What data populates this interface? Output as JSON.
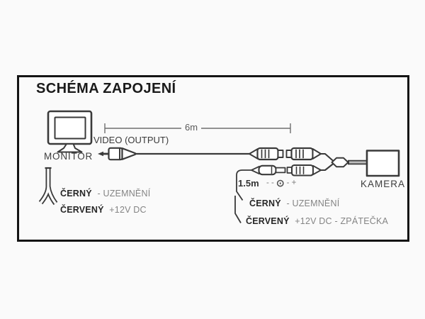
{
  "title": "SCHÉMA ZAPOJENÍ",
  "devices": {
    "monitor": "MONITOR",
    "camera": "KAMERA"
  },
  "labels": {
    "video_output": "VIDEO (OUTPUT)",
    "main_cable_length": "6m",
    "power_cable_length": "1.5m"
  },
  "dc_polarity": {
    "left": "- -",
    "center": "⊙",
    "right": "- +"
  },
  "monitor_wires": {
    "black": {
      "name": "ČERNÝ",
      "desc": "- UZEMNĚNÍ"
    },
    "red": {
      "name": "ČERVENÝ",
      "desc": "+12V DC"
    }
  },
  "camera_wires": {
    "black": {
      "name": "ČERNÝ",
      "desc": "- UZEMNĚNÍ"
    },
    "red": {
      "name": "ČERVENÝ",
      "desc": "+12V DC - ZPÁTEČKA"
    }
  },
  "colors": {
    "stroke": "#3a3a3a",
    "frame": "#141414",
    "text_primary": "#262626",
    "text_secondary": "#848484",
    "background": "#fafafa"
  }
}
